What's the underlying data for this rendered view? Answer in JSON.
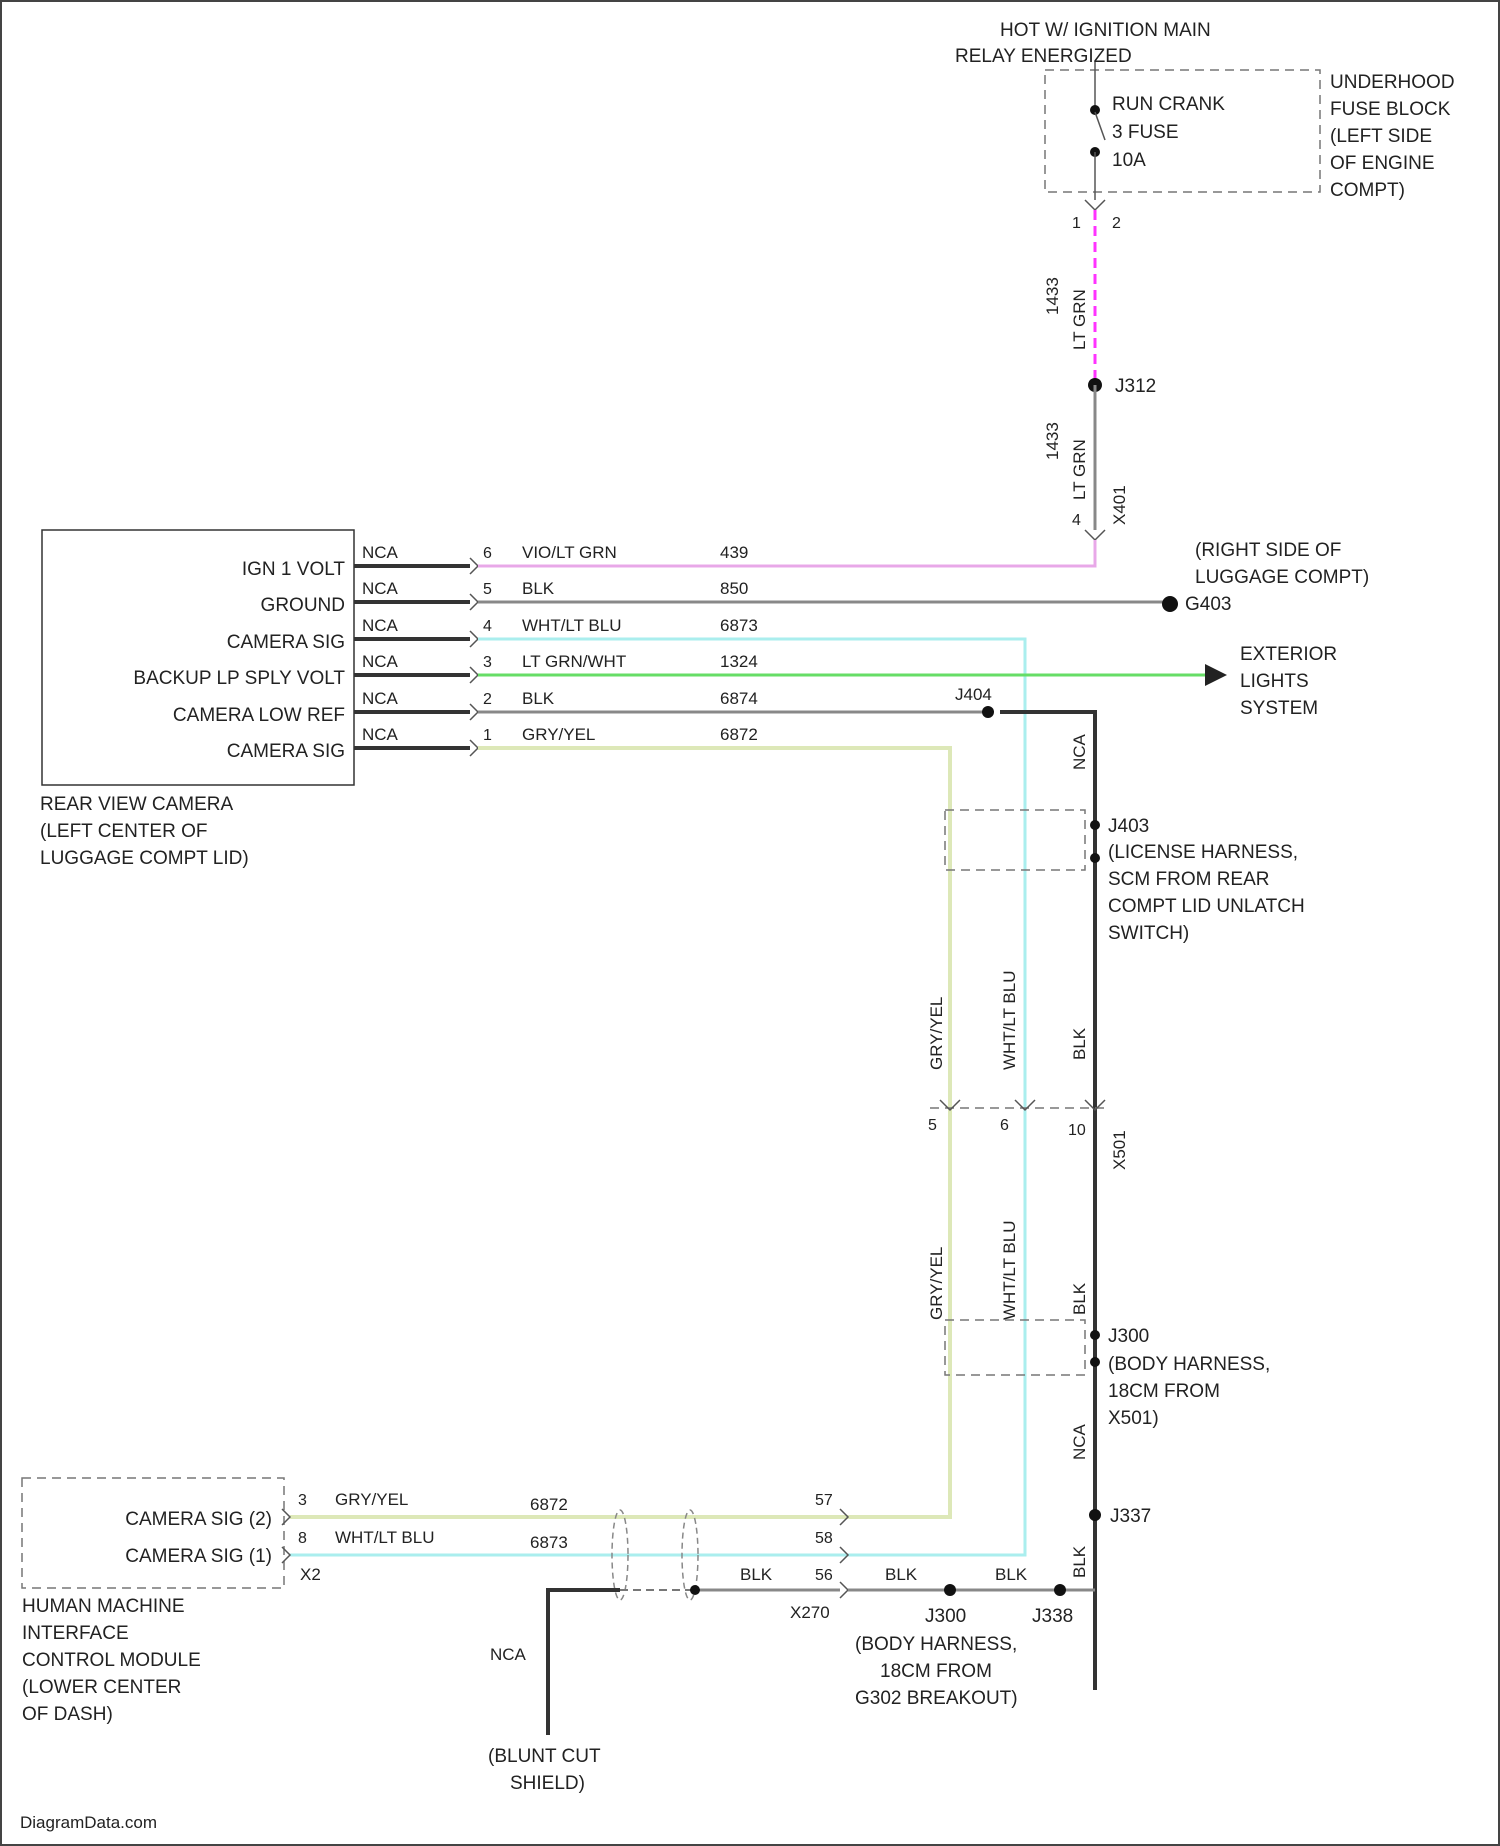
{
  "diagram": {
    "top_note_1": "HOT W/ IGNITION MAIN",
    "top_note_2": "RELAY ENERGIZED",
    "fuse_line_1": "RUN CRANK",
    "fuse_line_2": "3 FUSE",
    "fuse_line_3": "10A",
    "fuse_block_1": "UNDERHOOD",
    "fuse_block_2": "FUSE BLOCK",
    "fuse_block_3": "(LEFT SIDE",
    "fuse_block_4": "OF ENGINE",
    "fuse_block_5": "COMPT)",
    "fuse_pin_left": "1",
    "fuse_pin_right": "2",
    "wire_upper_circuit": "1433",
    "wire_upper_color": "LT GRN",
    "splice_j312": "J312",
    "wire_lower_circuit": "1433",
    "wire_lower_color": "LT GRN",
    "conn_x401": "X401",
    "conn_x401_pin": "4",
    "camera_pins": [
      {
        "label": "IGN 1 VOLT",
        "nca": "NCA",
        "pin": "6",
        "color": "VIO/LT GRN",
        "circuit": "439"
      },
      {
        "label": "GROUND",
        "nca": "NCA",
        "pin": "5",
        "color": "BLK",
        "circuit": "850"
      },
      {
        "label": "CAMERA SIG",
        "nca": "NCA",
        "pin": "4",
        "color": "WHT/LT BLU",
        "circuit": "6873"
      },
      {
        "label": "BACKUP LP SPLY VOLT",
        "nca": "NCA",
        "pin": "3",
        "color": "LT GRN/WHT",
        "circuit": "1324"
      },
      {
        "label": "CAMERA LOW REF",
        "nca": "NCA",
        "pin": "2",
        "color": "BLK",
        "circuit": "6874"
      },
      {
        "label": "CAMERA SIG",
        "nca": "NCA",
        "pin": "1",
        "color": "GRY/YEL",
        "circuit": "6872"
      }
    ],
    "ground_loc_1": "(RIGHT SIDE OF",
    "ground_loc_2": "LUGGAGE COMPT)",
    "ground_id": "G403",
    "ext_lights_1": "EXTERIOR",
    "ext_lights_2": "LIGHTS",
    "ext_lights_3": "SYSTEM",
    "splice_j404": "J404",
    "wire_nca_upper": "NCA",
    "splice_j403": "J403",
    "license_1": "(LICENSE HARNESS,",
    "license_2": "SCM FROM REAR",
    "license_3": "COMPT LID UNLATCH",
    "license_4": "SWITCH)",
    "camera_name_1": "REAR VIEW CAMERA",
    "camera_name_2": "(LEFT CENTER OF",
    "camera_name_3": "LUGGAGE COMPT LID)",
    "vert_gryyel_upper": "GRY/YEL",
    "vert_whtblu_upper": "WHT/LT BLU",
    "vert_blk_upper": "BLK",
    "conn_x501": "X501",
    "conn_x501_pin_a": "5",
    "conn_x501_pin_b": "6",
    "conn_x501_pin_c": "10",
    "vert_gryyel_lower": "GRY/YEL",
    "vert_whtblu_lower": "WHT/LT BLU",
    "vert_blk_lower": "BLK",
    "splice_j300": "J300",
    "body_1": "(BODY HARNESS,",
    "body_2": "18CM FROM",
    "body_3": "X501)",
    "wire_nca_lower": "NCA",
    "splice_j337": "J337",
    "vert_blk_bottom": "BLK",
    "hmi_pin_a": "3",
    "hmi_pin_b": "8",
    "hmi_conn": "X2",
    "hmi_sig_a": "CAMERA SIG (2)",
    "hmi_sig_b": "CAMERA SIG (1)",
    "hmi_color_a": "GRY/YEL",
    "hmi_color_b": "WHT/LT BLU",
    "hmi_circuit_a": "6872",
    "hmi_circuit_b": "6873",
    "x270_pin_a": "57",
    "x270_pin_b": "58",
    "x270_pin_c": "56",
    "conn_x270": "X270",
    "bottom_blk_a": "BLK",
    "bottom_blk_b": "BLK",
    "bottom_blk_c": "BLK",
    "splice_j300b": "J300",
    "splice_j338": "J338",
    "body2_1": "(BODY HARNESS,",
    "body2_2": "18CM FROM",
    "body2_3": "G302 BREAKOUT)",
    "shield_nca": "NCA",
    "shield_1": "(BLUNT CUT",
    "shield_2": "SHIELD)",
    "hmi_name_1": "HUMAN MACHINE",
    "hmi_name_2": "INTERFACE",
    "hmi_name_3": "CONTROL MODULE",
    "hmi_name_4": "(LOWER CENTER",
    "hmi_name_5": "OF DASH)",
    "watermark": "DiagramData.com"
  }
}
